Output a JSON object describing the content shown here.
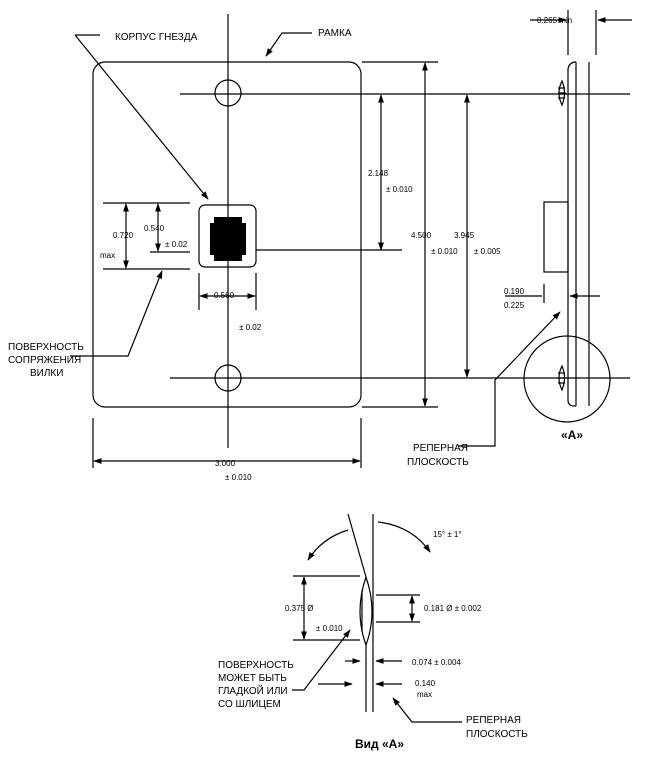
{
  "labels": {
    "housing": "КОРПУС ГНЕЗДА",
    "frame": "РАМКА",
    "mating_surface_1": "ПОВЕРХНОСТЬ",
    "mating_surface_2": "СОПРЯЖЕНИЯ",
    "mating_surface_3": "ВИЛКИ",
    "datum_plane_1": "РЕПЕРНАЯ",
    "datum_plane_2": "ПЛОСКОСТЬ",
    "view_a_callout": "«A»",
    "surface_note_1": "ПОВЕРХНОСТЬ",
    "surface_note_2": "МОЖЕТ БЫТЬ",
    "surface_note_3": "ГЛАДКОЙ ИЛИ",
    "surface_note_4": "СО ШЛИЦЕМ",
    "datum_plane_b_1": "РЕПЕРНАЯ",
    "datum_plane_b_2": "ПЛОСКОСТЬ",
    "view_a_title": "Вид «A»"
  },
  "dims": {
    "min_thickness": "0.265 min",
    "d_2148": "2.148",
    "d_2148_tol": "± 0.010",
    "d_4500": "4.500",
    "d_4500_tol": "± 0.010",
    "d_3945": "3.945",
    "d_3945_tol": "± 0.005",
    "d_0720": "0.720",
    "d_0720_max": "max",
    "d_0540": "0.540",
    "d_0540_tol": "± 0.02",
    "d_0560": "0.560",
    "d_0560_tol": "± 0.02",
    "d_0190": "0.190",
    "d_0225": "0.225",
    "d_3000": "3.000",
    "d_3000_tol": "± 0.010",
    "angle": "15° ± 1°",
    "d_0375": "0.375 Ø",
    "d_0375_tol": "± 0.010",
    "d_0181": "0.181 Ø ± 0.002",
    "d_0074": "0.074 ± 0.004",
    "d_0140": "0.140",
    "d_0140_max": "max"
  }
}
